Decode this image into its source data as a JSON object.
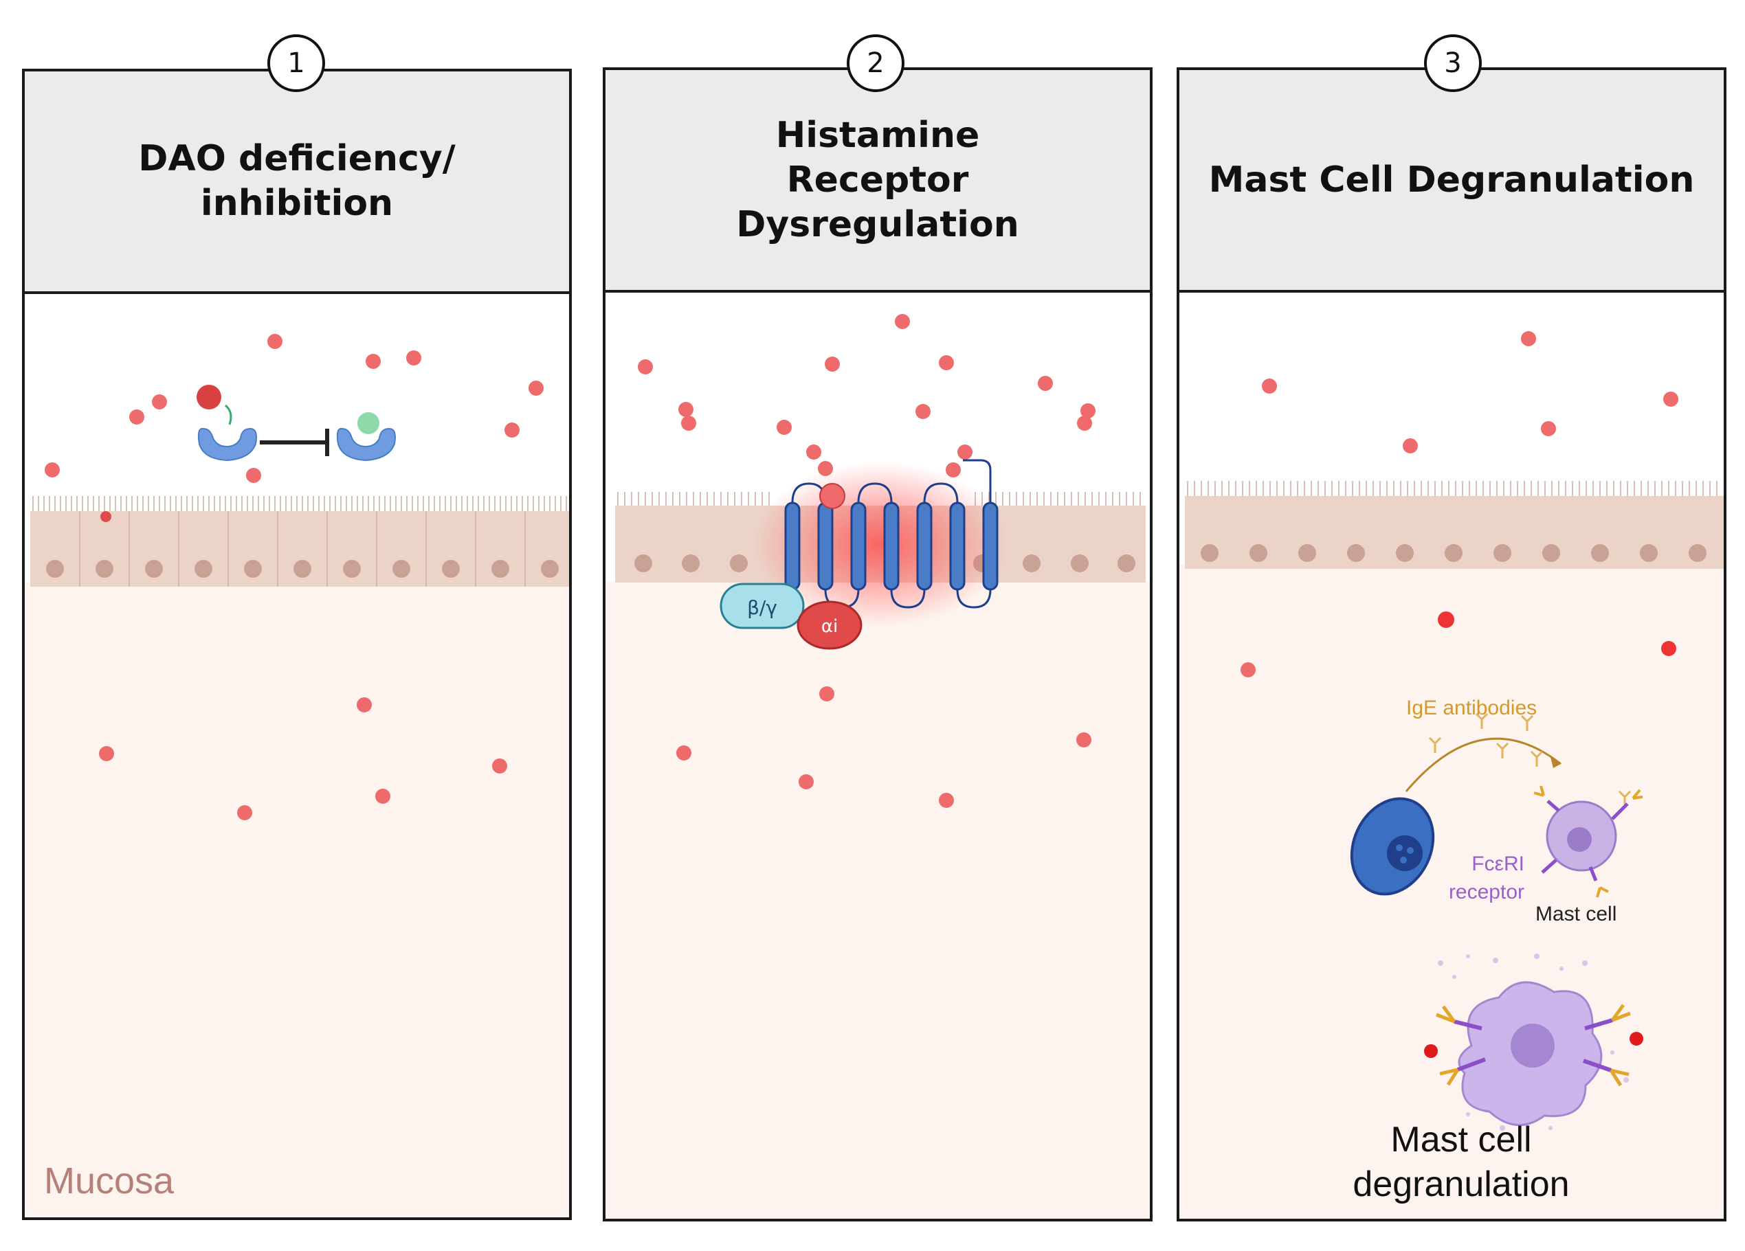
{
  "panels": [
    {
      "number": "1",
      "title": "DAO deficiency/ inhibition",
      "region_label": "Mucosa"
    },
    {
      "number": "2",
      "title": "Histamine Receptor Dysregulation",
      "subunit_bg": "β/γ",
      "subunit_ai": "αi"
    },
    {
      "number": "3",
      "title": "Mast Cell Degranulation",
      "ige_label": "IgE antibodies",
      "receptor_label": "FcεRI receptor",
      "mast_cell_label": "Mast cell",
      "degranulation_label": "Mast cell degranulation"
    }
  ],
  "colors": {
    "histamine": "#ef6a6a",
    "enzyme": "#6f9be0",
    "receptor": "#4a7cc7",
    "epithelium": "#ecd3c8",
    "nucleus": "#caa195",
    "mucosa_bg": "#fdf4ef",
    "header_bg": "#ebebeb",
    "ige_text": "#d39a2a",
    "fc_text": "#9a5fc9"
  }
}
